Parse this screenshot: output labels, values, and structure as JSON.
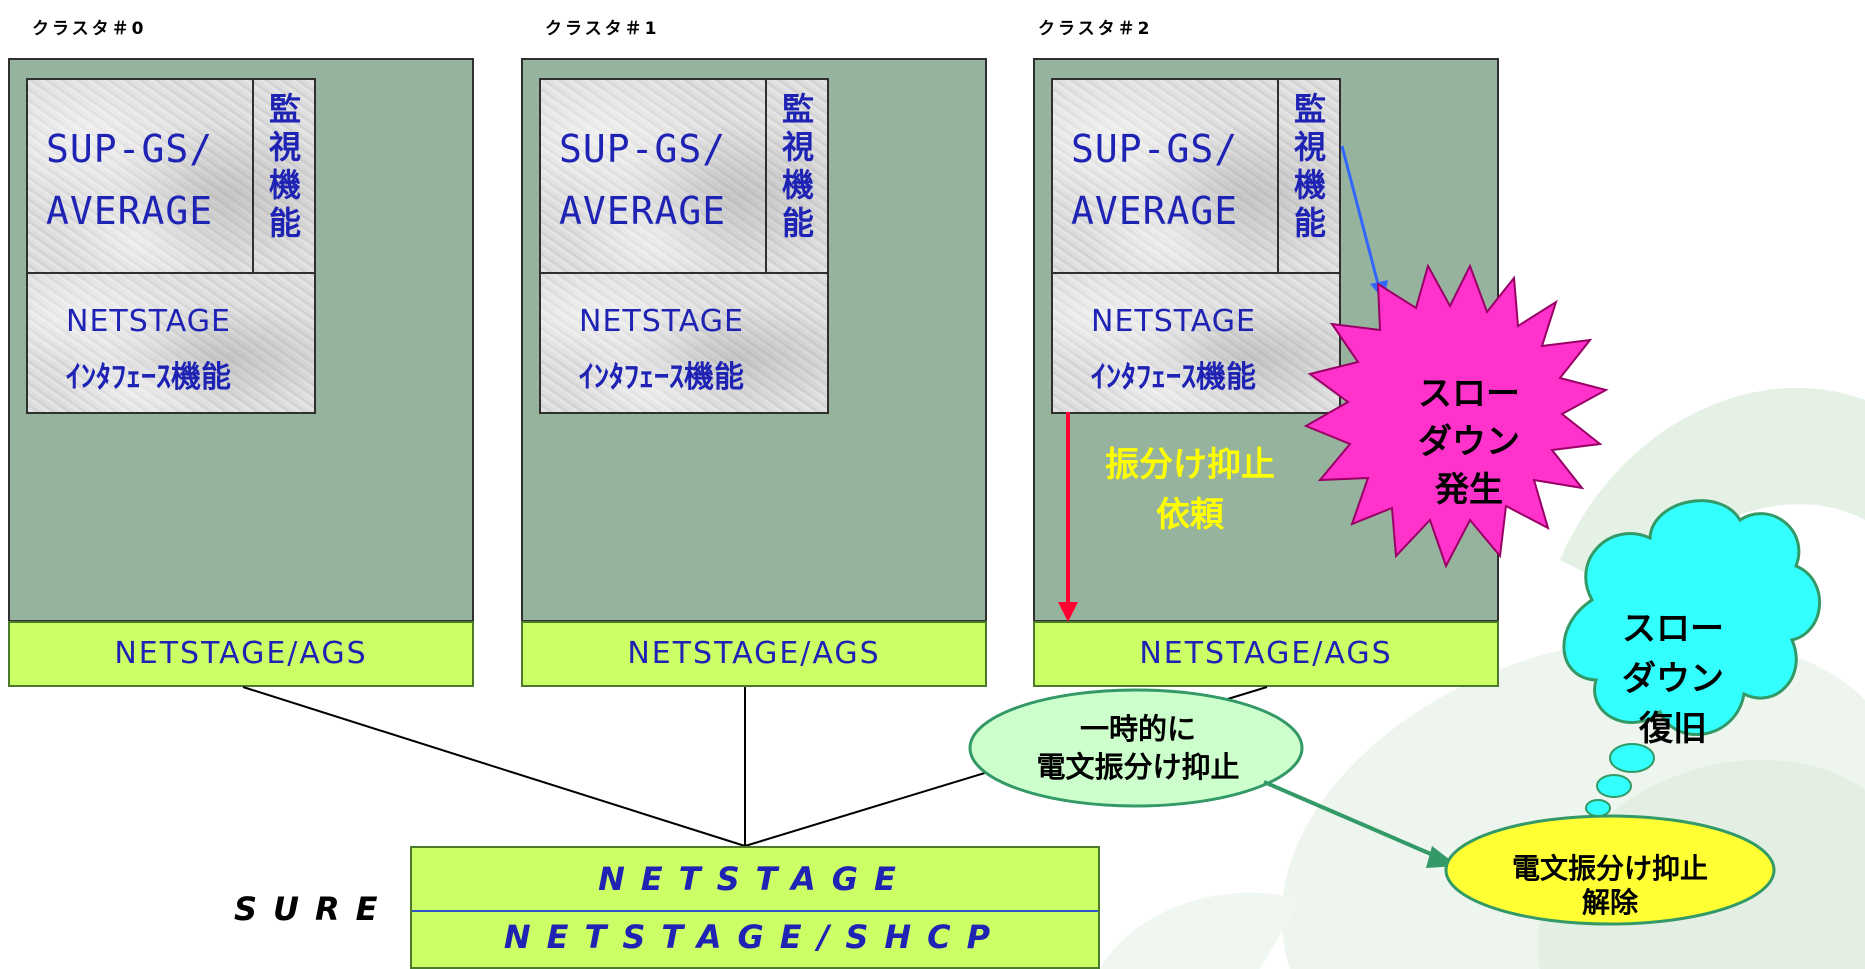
{
  "clusters": [
    {
      "label": "クラスタ＃0",
      "sup_line1": "SUP-GS/",
      "sup_line2": "AVERAGE",
      "monitor": "監視機能",
      "net_line1": "NETSTAGE",
      "net_line2": "ｲﾝﾀﾌｪｰｽ機能",
      "ags": "NETSTAGE/AGS"
    },
    {
      "label": "クラスタ＃1",
      "sup_line1": "SUP-GS/",
      "sup_line2": "AVERAGE",
      "monitor": "監視機能",
      "net_line1": "NETSTAGE",
      "net_line2": "ｲﾝﾀﾌｪｰｽ機能",
      "ags": "NETSTAGE/AGS"
    },
    {
      "label": "クラスタ＃2",
      "sup_line1": "SUP-GS/",
      "sup_line2": "AVERAGE",
      "monitor": "監視機能",
      "net_line1": "NETSTAGE",
      "net_line2": "ｲﾝﾀﾌｪｰｽ機能",
      "ags": "NETSTAGE/AGS"
    }
  ],
  "slowdown": {
    "line1": "スロー",
    "line2": "ダウン",
    "line3": "発生",
    "color": "#ff33cc"
  },
  "request": {
    "line1": "振分け抑止",
    "line2": "依頼",
    "color": "#ffff00"
  },
  "temp_suppress": {
    "line1": "一時的に",
    "line2": "電文振分け抑止",
    "color": "#ccffcc"
  },
  "recovery": {
    "line1": "スロー",
    "line2": "ダウン",
    "line3": "復旧",
    "color": "#33ffff"
  },
  "release": {
    "line1": "電文振分け抑止",
    "line2": "解除",
    "color": "#ffff33"
  },
  "netstage": {
    "top": "NETSTAGE",
    "bottom": "NETSTAGE/SHCP"
  },
  "sure_label": "SURE",
  "colors": {
    "cluster_bg": "#96b39e",
    "bar_bg": "#ccff66",
    "text_blue": "#1e23b4",
    "arrow_red": "#ff0033",
    "arrow_blue": "#3366ff",
    "arrow_green": "#339966"
  }
}
